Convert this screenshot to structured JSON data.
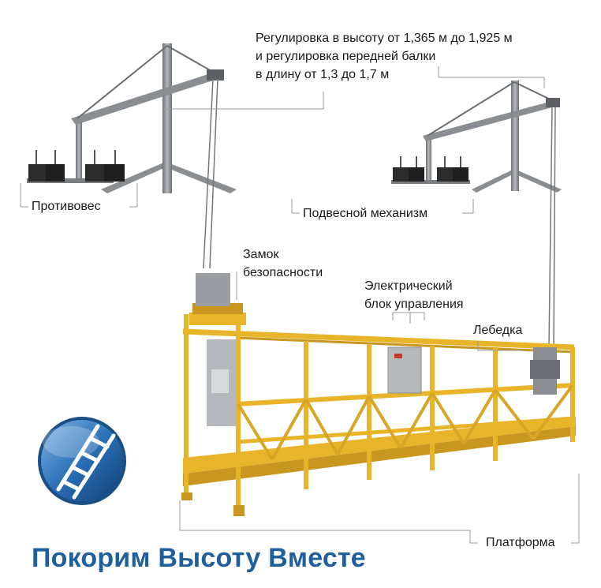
{
  "labels": {
    "height_adjust_line1": "Регулировка в высоту от 1,365 м до 1,925 м",
    "height_adjust_line2": "и регулировка передней балки",
    "height_adjust_line3": "в длину от 1,3 до 1,7 м",
    "counterweight": "Противовес",
    "suspension": "Подвесной механизм",
    "safety_lock_line1": "Замок",
    "safety_lock_line2": "безопасности",
    "control_box_line1": "Электрический",
    "control_box_line2": "блок управления",
    "winch": "Лебедка",
    "platform": "Платформа"
  },
  "headline": "Покорим Высоту Вместе",
  "colors": {
    "platform": "#e8b52a",
    "platform_dark": "#b8861a",
    "steel": "#8a8d91",
    "steel_dark": "#5c5f63",
    "counterweight": "#2b2b2b",
    "leader_line": "#9a9a9a",
    "logo_blue": "#1f5f9c",
    "headline": "#1f5f9c"
  },
  "icons": [
    "ladder-logo-icon"
  ]
}
